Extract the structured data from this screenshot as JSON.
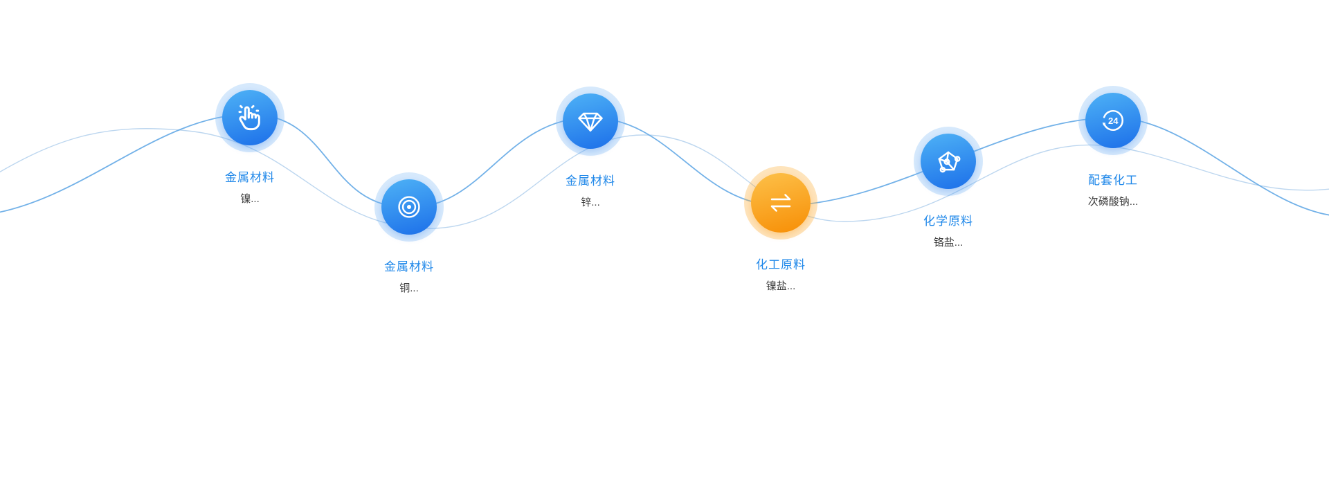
{
  "nodes": [
    {
      "category": "金属材料",
      "product": "镍...",
      "icon": "hand-click-icon",
      "theme": "blue"
    },
    {
      "category": "金属材料",
      "product": "铜...",
      "icon": "radar-icon",
      "theme": "blue"
    },
    {
      "category": "金属材料",
      "product": "锌...",
      "icon": "diamond-icon",
      "theme": "blue"
    },
    {
      "category": "化工原料",
      "product": "镍盐...",
      "icon": "exchange-icon",
      "theme": "orange"
    },
    {
      "category": "化学原料",
      "product": "铬盐...",
      "icon": "molecule-icon",
      "theme": "blue"
    },
    {
      "category": "配套化工",
      "product": "次磷酸钠...",
      "icon": "clock-24-icon",
      "theme": "blue"
    }
  ],
  "icons": {
    "clock_text": "24"
  },
  "colors": {
    "category_label": "#1e87e9",
    "product_label": "#3a3a3a",
    "node_blue_start": "#4eb2f6",
    "node_blue_end": "#1c6fe9",
    "node_orange_start": "#fdc14a",
    "node_orange_end": "#f78e05",
    "wave_primary": "#63a9e6",
    "wave_secondary": "#bcd6ef"
  }
}
